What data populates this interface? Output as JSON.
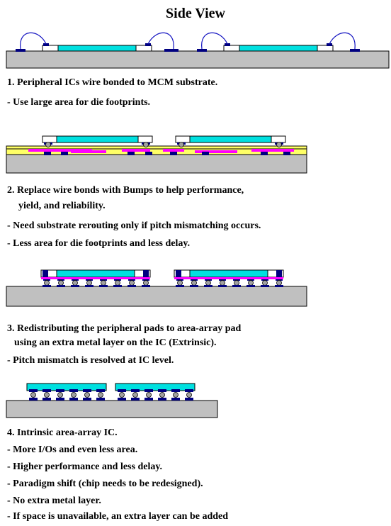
{
  "title": "Side View",
  "colors": {
    "substrate": "#c0c0c0",
    "die": "#00e0e0",
    "pad": "#000080",
    "dielectric": "#ffff66",
    "metal": "#ff00ff",
    "bump": "#a0a0a0",
    "bond_pad_white": "#ffffff"
  },
  "sections": [
    {
      "name": "wire-bond",
      "heading": "1. Peripheral ICs wire bonded to MCM substrate.",
      "bullets": [
        "- Use large area for die footprints."
      ]
    },
    {
      "name": "bump-reroute",
      "heading": "2. Replace wire bonds with Bumps to help performance,",
      "heading_cont": "yield, and reliability.",
      "bullets": [
        "- Need substrate rerouting only if pitch mismatching occurs.",
        "- Less area for die footprints and less delay."
      ]
    },
    {
      "name": "extrinsic",
      "heading": "3. Redistributing the peripheral pads to area-array pad",
      "heading_cont": "using an extra metal layer on the IC (Extrinsic).",
      "bullets": [
        "- Pitch mismatch is resolved at IC level."
      ]
    },
    {
      "name": "intrinsic",
      "heading": "4. Intrinsic area-array IC.",
      "bullets": [
        "- More I/Os and even less area.",
        "- Higher performance and less delay.",
        "- Paradigm shift (chip needs to be redesigned).",
        "- No extra metal layer.",
        "- If space is unavailable, an extra layer can  be added"
      ]
    }
  ]
}
